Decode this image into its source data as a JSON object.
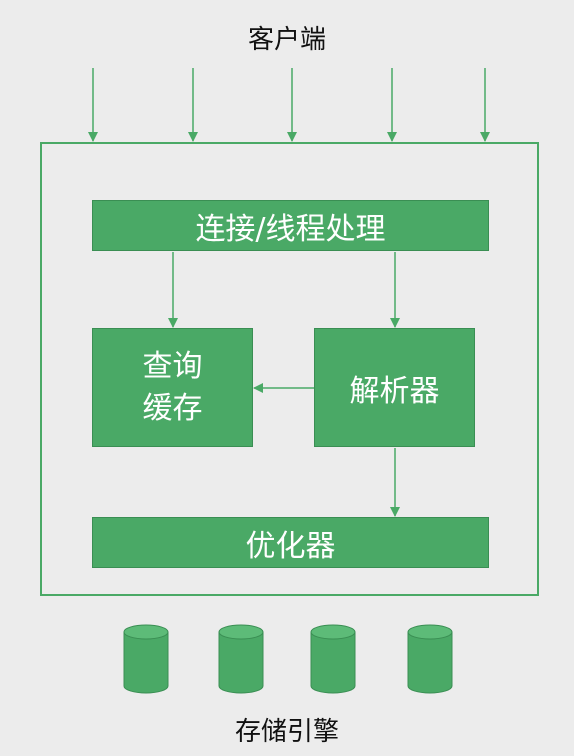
{
  "client": {
    "label": "客户端"
  },
  "server": {
    "connection_label": "连接/线程处理",
    "cache_label_line1": "查询",
    "cache_label_line2": "缓存",
    "parser_label": "解析器",
    "optimizer_label": "优化器"
  },
  "storage": {
    "label": "存储引擎",
    "engine_count": 4
  },
  "colors": {
    "box_fill": "#4aa966",
    "line": "#4aa966",
    "background": "#ececec"
  }
}
